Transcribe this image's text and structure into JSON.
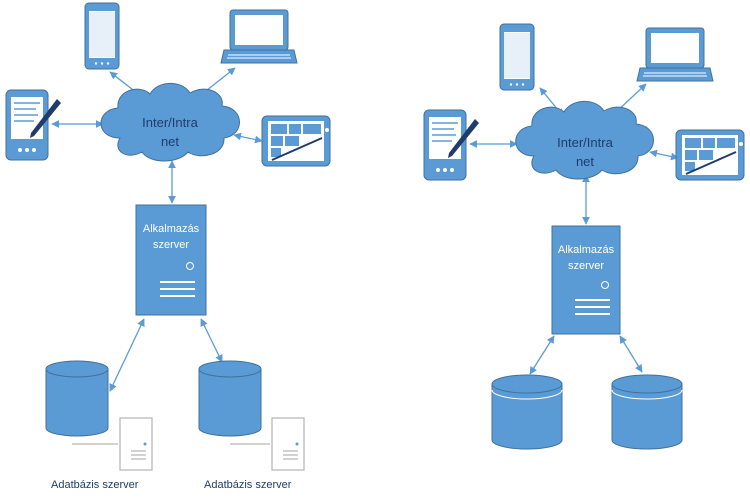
{
  "colors": {
    "accent": "#5b9bd5",
    "accent_dark": "#41719c",
    "line": "#5b9bd5",
    "text_dark": "#1f3c6b",
    "text_light": "#ffffff"
  },
  "left_diagram": {
    "cloud_label_line1": "Inter/Intra",
    "cloud_label_line2": "net",
    "app_server_line1": "Alkalmazás",
    "app_server_line2": "szerver",
    "db_server_caption_1": "Adatbázis szerver",
    "db_server_caption_2": "Adatbázis szerver",
    "icons": [
      "smartphone-icon",
      "laptop-icon",
      "pda-icon",
      "tablet-icon",
      "cloud-icon",
      "server-icon",
      "database-icon",
      "database-icon",
      "tower-server-icon",
      "tower-server-icon"
    ]
  },
  "right_diagram": {
    "cloud_label_line1": "Inter/Intra",
    "cloud_label_line2": "net",
    "app_server_line1": "Alkalmazás",
    "app_server_line2": "szerver",
    "icons": [
      "smartphone-icon",
      "laptop-icon",
      "pda-icon",
      "tablet-icon",
      "cloud-icon",
      "server-icon",
      "database-icon",
      "database-icon"
    ]
  }
}
